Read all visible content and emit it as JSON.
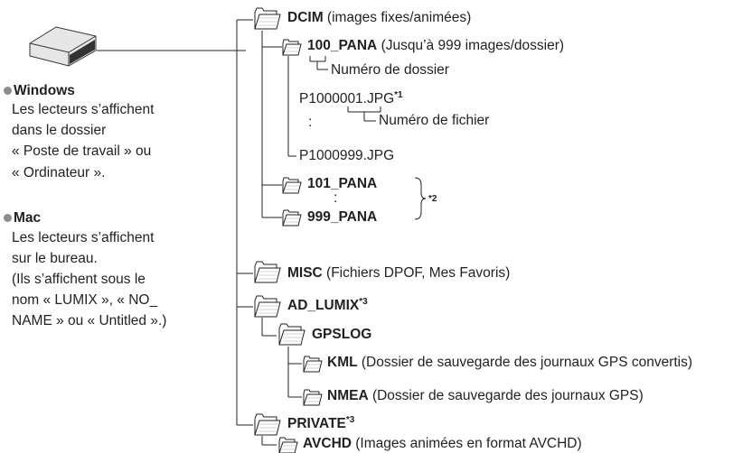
{
  "left": {
    "windows_title": "Windows",
    "windows_lines": [
      "Les lecteurs s’affichent",
      "dans le dossier",
      "« Poste de travail » ou",
      "« Ordinateur »."
    ],
    "mac_title": "Mac",
    "mac_lines": [
      "Les lecteurs s’affichent",
      "sur le bureau.",
      "(Ils s’affichent sous le",
      "nom « LUMIX », « NO_",
      "NAME » ou « Untitled ».)"
    ]
  },
  "tree": {
    "dcim_name": "DCIM",
    "dcim_desc": " (images fixes/animées)",
    "pana100_name": "100_PANA",
    "pana100_desc": " (Jusqu’à 999 images/dossier)",
    "folder_number_label": "Numéro de dossier",
    "file1_name": "P1000001.JPG",
    "file1_note": "*1",
    "colon": ":",
    "file_number_label": "Numéro de fichier",
    "file999_name": "P1000999.JPG",
    "pana101_name": "101_PANA",
    "pana999_name": "999_PANA",
    "note2": "*2",
    "misc_name": "MISC",
    "misc_desc": " (Fichiers DPOF, Mes Favoris)",
    "adlumix_name": "AD_LUMIX",
    "adlumix_note": "*3",
    "gpslog_name": "GPSLOG",
    "kml_name": "KML",
    "kml_desc": " (Dossier de sauvegarde des journaux GPS convertis)",
    "nmea_name": "NMEA",
    "nmea_desc": " (Dossier de sauvegarde des journaux GPS)",
    "private_name": "PRIVATE",
    "private_note": "*3",
    "avchd_name": "AVCHD",
    "avchd_desc": " (Images animées en format AVCHD)"
  }
}
